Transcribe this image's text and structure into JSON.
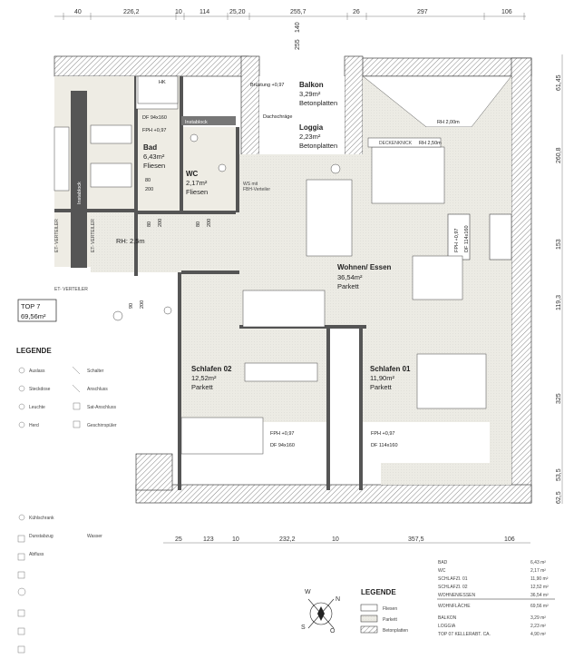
{
  "top_dimensions": [
    "40",
    "226,2",
    "10",
    "114",
    "25,20",
    "255,7",
    "26",
    "297",
    "106"
  ],
  "bottom_dimensions": [
    "25",
    "123",
    "10",
    "232,2",
    "10",
    "357,5",
    "106"
  ],
  "right_dimensions": [
    "61,45",
    "260,8",
    "153",
    "119,3",
    "325",
    "53,5",
    "62,5"
  ],
  "vertical_top_dims": [
    "140",
    "255"
  ],
  "rooms": {
    "bad": {
      "name": "Bad",
      "area": "6,43m²",
      "floor": "Fliesen"
    },
    "wc": {
      "name": "WC",
      "area": "2,17m²",
      "floor": "Fliesen"
    },
    "balkon": {
      "name": "Balkon",
      "area": "3,29m²",
      "floor": "Betonplatten"
    },
    "loggia": {
      "name": "Loggia",
      "area": "2,23m²",
      "floor": "Betonplatten"
    },
    "wohnen": {
      "name": "Wohnen/ Essen",
      "area": "36,54m²",
      "floor": "Parkett"
    },
    "schlafen02": {
      "name": "Schlafen 02",
      "area": "12,52m²",
      "floor": "Parkett"
    },
    "schlafen01": {
      "name": "Schlafen 01",
      "area": "11,90m²",
      "floor": "Parkett"
    }
  },
  "annotations": {
    "bruestung": "Brüstung +0,97",
    "dachschraege": "Dachschräge",
    "instablock_h": "Instablock",
    "instablock_v": "Instablock",
    "rh": "RH: 2,5m",
    "rh1": "RH 2,00m",
    "rh2": "RH 2,50m",
    "deckenknick": "DECKENKNICK",
    "ws": "WS mit",
    "ws2": "FBH-Verteiler",
    "et1": "ET- VERTEILER",
    "et2": "ET- VERTEILER",
    "et3": "ET- VERTEILER",
    "top": "TOP 7",
    "top_area": "69,56m²",
    "fph1": "FPH +0,97",
    "fph2": "FPH +0,97",
    "fph3": "FPH +0,97",
    "fph4": "FPH +0,97",
    "df1": "DF 94x160",
    "df2": "DF 94x160",
    "df3": "DF 114x160",
    "df4": "DF 114x160",
    "d80a": "80",
    "d200a": "200",
    "d80b": "80",
    "d200b": "200",
    "d80c": "80",
    "d200c": "200",
    "d90": "90",
    "d200d": "200",
    "hk": "HK"
  },
  "legend_left": {
    "title": "LEGENDE",
    "items": [
      "Auslass",
      "Schalter",
      "Steckdose",
      "Anschluss",
      "Leuchte",
      "Sat-Anschluss",
      "Herd",
      "Geschirrspüler",
      "Kühlschrank",
      "Dunstabzug",
      "Wasser",
      "Abfluss"
    ]
  },
  "legend_bottom": {
    "title": "LEGENDE",
    "items": [
      "Fliesen",
      "Parkett",
      "Betonplatten"
    ]
  },
  "area_table": [
    {
      "label": "BAD",
      "value": "6,43 m²"
    },
    {
      "label": "WC",
      "value": "2,17 m²"
    },
    {
      "label": "SCHLAFZI. 01",
      "value": "11,90 m²"
    },
    {
      "label": "SCHLAFZI. 02",
      "value": "12,52 m²"
    },
    {
      "label": "WOHNEN/ESSEN",
      "value": "36,54 m²"
    },
    {
      "label": "WOHNFLÄCHE",
      "value": "69,56 m²"
    },
    {
      "label": "BALKON",
      "value": "3,29 m²"
    },
    {
      "label": "LOGGIA",
      "value": "2,23 m²"
    },
    {
      "label": "TOP 07 KELLERABT. CA.",
      "value": "4,90 m²"
    }
  ],
  "compass": [
    "N",
    "O",
    "S",
    "W"
  ]
}
